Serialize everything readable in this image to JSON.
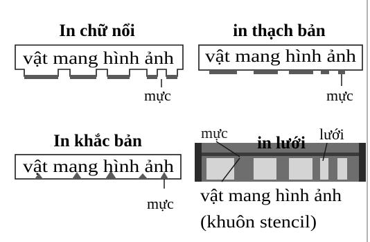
{
  "panels": {
    "relief": {
      "title": "In chữ nổi",
      "substrate_label": "vật mang hình ảnh",
      "ink_label": "mực"
    },
    "lithography": {
      "title": "in thạch bản",
      "substrate_label": "vật mang hình ảnh",
      "ink_label": "mực"
    },
    "intaglio": {
      "title": "In khắc bản",
      "substrate_label": "vật mang hình ảnh",
      "ink_label": "mực"
    },
    "screen": {
      "title": "in lưới",
      "ink_label": "mực",
      "mesh_label": "lưới",
      "substrate_label": "vật mang hình ảnh",
      "stencil_label": "(khuôn stencil)"
    }
  },
  "colors": {
    "ink": "#5a5a5a",
    "frame": "#2b2b2b",
    "screen_body": "#6e6e6e",
    "stencil": "#d4d4d4",
    "outline": "#1a1a1a"
  }
}
